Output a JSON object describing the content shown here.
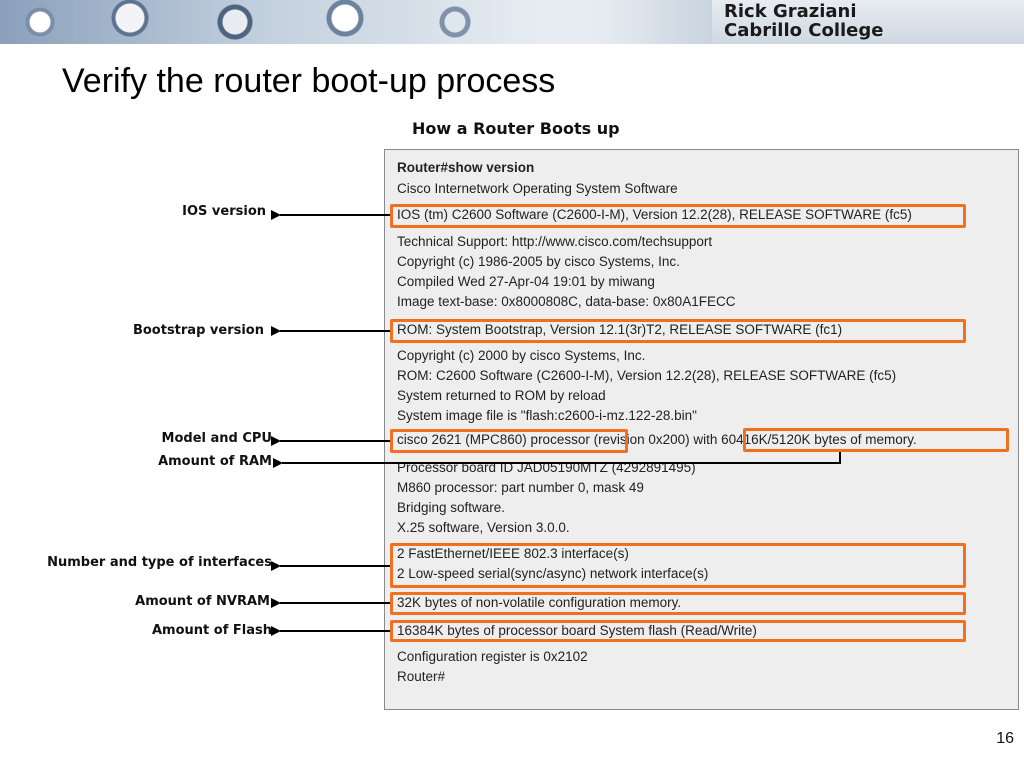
{
  "header": {
    "author": "Rick Graziani",
    "institution": "Cabrillo College"
  },
  "slide": {
    "title": "Verify the router boot-up process",
    "page_number": "16"
  },
  "diagram": {
    "title": "How a Router Boots up",
    "highlight_color": "#f07020",
    "terminal_lines": [
      "Router#show version",
      "Cisco Internetwork Operating System Software",
      "IOS (tm) C2600 Software (C2600-I-M), Version 12.2(28), RELEASE SOFTWARE (fc5)",
      "Technical Support: http://www.cisco.com/techsupport",
      "Copyright (c) 1986-2005 by cisco Systems, Inc.",
      "Compiled Wed 27-Apr-04 19:01 by miwang",
      "Image text-base: 0x8000808C, data-base: 0x80A1FECC",
      "ROM: System Bootstrap, Version 12.1(3r)T2, RELEASE SOFTWARE (fc1)",
      "Copyright (c) 2000 by cisco Systems, Inc.",
      "ROM: C2600 Software (C2600-I-M), Version 12.2(28), RELEASE SOFTWARE (fc5)",
      "System returned to ROM by reload",
      "System image file is \"flash:c2600-i-mz.122-28.bin\"",
      "cisco 2621 (MPC860) processor (revision 0x200) with 60416K/5120K bytes of memory.",
      "Processor board ID JAD05190MTZ (4292891495)",
      "M860 processor: part number 0, mask 49",
      "Bridging software.",
      "X.25 software, Version 3.0.0.",
      "2 FastEthernet/IEEE 802.3 interface(s)",
      "2 Low-speed serial(sync/async) network interface(s)",
      "32K bytes of non-volatile configuration memory.",
      "16384K bytes of processor board System flash (Read/Write)",
      "Configuration register is 0x2102",
      "Router#"
    ],
    "annotations": [
      "IOS version",
      "Bootstrap version",
      "Model and CPU",
      "Amount of RAM",
      "Number and type of interfaces",
      "Amount of NVRAM",
      "Amount of Flash"
    ]
  }
}
